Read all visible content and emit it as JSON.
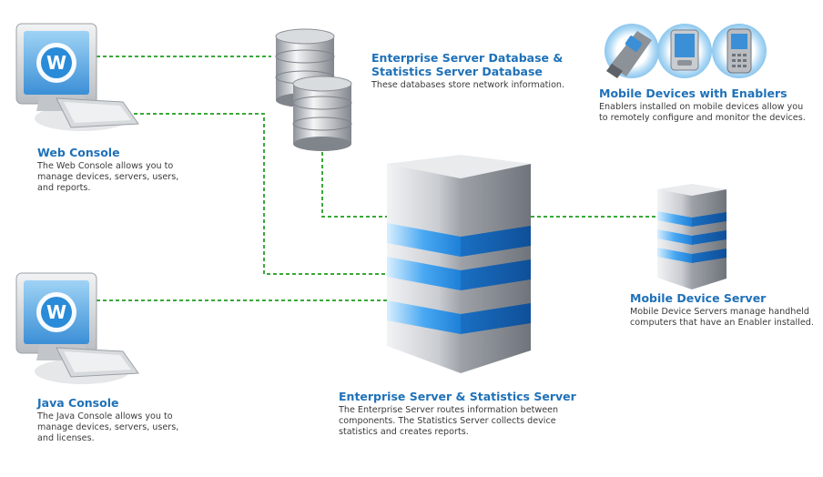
{
  "nodes": {
    "web_console": {
      "title": "Web Console",
      "description": "The Web Console allows you to manage devices, servers, users, and reports."
    },
    "java_console": {
      "title": "Java Console",
      "description": "The Java Console allows you to manage devices, servers, users, and licenses."
    },
    "database": {
      "title_line1": "Enterprise Server Database &",
      "title_line2": "Statistics Server Database",
      "description": "These databases store network information."
    },
    "mobile_devices": {
      "title": "Mobile Devices with Enablers",
      "description_line1": "Enablers installed on mobile devices allow you",
      "description_line2": "to remotely configure and monitor the devices."
    },
    "enterprise_server": {
      "title": "Enterprise Server & Statistics Server",
      "description": "The Enterprise Server routes information between components. The Statistics Server collects device statistics and creates reports."
    },
    "mobile_device_server": {
      "title": "Mobile Device Server",
      "description": "Mobile Device Servers manage handheld computers that have an Enabler installed."
    }
  },
  "colors": {
    "title": "#1f71b8",
    "connector": "#3aa83a",
    "server_band": "#2f8fe6"
  }
}
